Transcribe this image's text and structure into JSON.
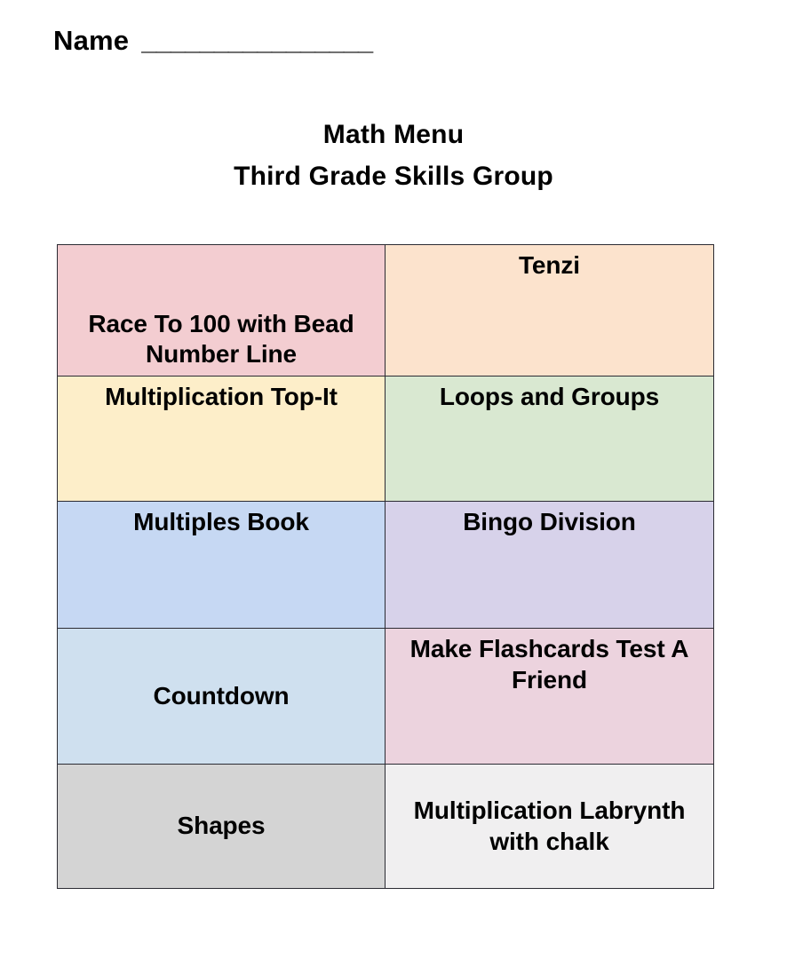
{
  "header": {
    "name_label": "Name",
    "name_blank": "________________"
  },
  "title": {
    "line1": "Math Menu",
    "line2": "Third Grade Skills Group"
  },
  "menu": {
    "rows": [
      {
        "left": {
          "label": "Race To 100 with Bead Number Line",
          "color": "#f3cdd1",
          "align": "bottom"
        },
        "right": {
          "label": "Tenzi",
          "color": "#fce3cd",
          "align": "top"
        }
      },
      {
        "left": {
          "label": "Multiplication Top-It",
          "color": "#fdeec9",
          "align": "top"
        },
        "right": {
          "label": "Loops and Groups",
          "color": "#d9e8d1",
          "align": "top"
        }
      },
      {
        "left": {
          "label": "Multiples Book",
          "color": "#c6d8f3",
          "align": "top"
        },
        "right": {
          "label": "Bingo Division",
          "color": "#d7d2ea",
          "align": "top"
        }
      },
      {
        "left": {
          "label": "Countdown",
          "color": "#cfe0ef",
          "align": "middle"
        },
        "right": {
          "label": "Make Flashcards Test A Friend",
          "color": "#ecd3de",
          "align": "top"
        }
      },
      {
        "left": {
          "label": "Shapes",
          "color": "#d4d4d4",
          "align": "middle"
        },
        "right": {
          "label": "Multiplication Labrynth with chalk",
          "color": "#f0eff0",
          "align": "middle"
        }
      }
    ]
  },
  "colors": {
    "page_background": "#ffffff",
    "text": "#000000",
    "cell_border": "#2b2b33"
  }
}
